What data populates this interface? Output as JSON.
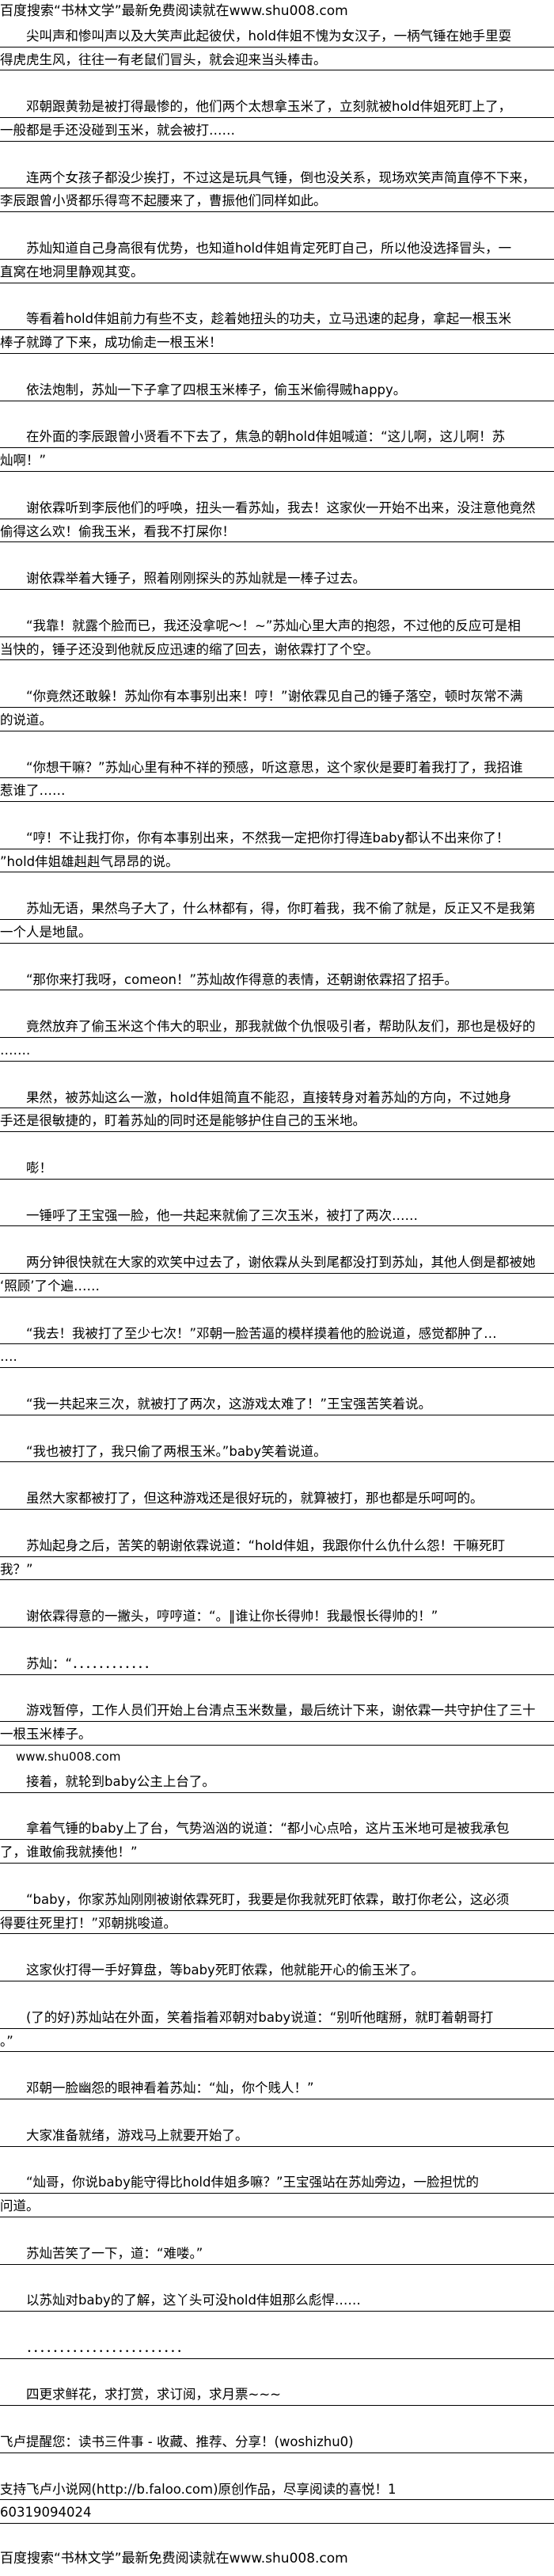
{
  "banner_top": "百度搜索“书林文学”最新免费阅读就在www.shu008.com",
  "paragraphs": [
    [
      "　　尖叫声和惨叫声以及大笑声此起彼伏，hold仹姐不愧为女汉子，一柄气锤在她手里耍",
      "得虎虎生风，往往一有老鼠们冒头，就会迎来当头棒击。"
    ],
    [
      "　　邓朝跟黄勃是被打得最惨的，他们两个太想拿玉米了，立刻就被hold仹姐死盯上了，",
      "一般都是手还没碰到玉米，就会被打……"
    ],
    [
      "　　连两个女孩子都没少挨打，不过这是玩具气锤，倒也没关系，现场欢笑声简直停不下来，",
      "李辰跟曾小贤都乐得弯不起腰来了，曹振他们同样如此。"
    ],
    [
      "　　苏灿知道自己身高很有优势，也知道hold仹姐肯定死盯自己，所以他没选择冒头，一",
      "直窝在地洞里静观其变。"
    ],
    [
      "　　等看着hold仹姐前力有些不支，趁着她扭头的功夫，立马迅速的起身，拿起一根玉米",
      "棒子就蹲了下来，成功偷走一根玉米！"
    ],
    [
      "　　依法炮制，苏灿一下子拿了四根玉米棒子，偷玉米偷得贼happy。"
    ],
    [
      "　　在外面的李辰跟曾小贤看不下去了，焦急的朝hold仹姐喊道：“这儿啊，这儿啊！苏",
      "灿啊！”"
    ],
    [
      "　　谢依霖听到李辰他们的呼唤，扭头一看苏灿，我去！这家伙一开始不出来，没注意他竟然",
      "偷得这么欢！偷我玉米，看我不打屎你！"
    ],
    [
      "　　谢依霖举着大锤子，照着刚刚探头的苏灿就是一棒子过去。"
    ],
    [
      "　　“我靠！就露个脸而已，我还没拿呢～！~”苏灿心里大声的抱怨，不过他的反应可是相",
      "当快的，锤子还没到他就反应迅速的缩了回去，谢依霖打了个空。"
    ],
    [
      "　　“你竟然还敢躲！苏灿你有本事别出来！哼！”谢依霖见自己的锤子落空，顿时灰常不满",
      "的说道。"
    ],
    [
      "　　“你想干嘛？”苏灿心里有种不祥的预感，听这意思，这个家伙是要盯着我打了，我招谁",
      "惹谁了……"
    ],
    [
      "　　“哼！不让我打你，你有本事别出来，不然我一定把你打得连baby都认不出来你了！",
      "”hold仹姐雄赳赳气昂昂的说。"
    ],
    [
      "　　苏灿无语，果然鸟子大了，什么林都有，得，你盯着我，我不偷了就是，反正又不是我第",
      "一个人是地鼠。"
    ],
    [
      "　　“那你来打我呀，comeon！”苏灿故作得意的表情，还朝谢依霖招了招手。"
    ],
    [
      "　　竟然放弃了偷玉米这个伟大的职业，那我就做个仇恨吸引者，帮助队友们，那也是极好的",
      "……."
    ],
    [
      "　　果然，被苏灿这么一激，hold仹姐简直不能忍，直接转身对着苏灿的方向，不过她身",
      "手还是很敏捷的，盯着苏灿的同时还是能够护住自己的玉米地。"
    ],
    [
      "　　嘭！"
    ],
    [
      "　　一锤呼了王宝强一脸，他一共起来就偷了三次玉米，被打了两次……"
    ],
    [
      "　　两分钟很快就在大家的欢笑中过去了，谢依霖从头到尾都没打到苏灿，其他人倒是都被她",
      "‘照顾’了个遍……"
    ],
    [
      "　　“我去！我被打了至少七次！”邓朝一脸苦逼的模样摸着他的脸说道，感觉都肿了…",
      "…."
    ],
    [
      "　　“我一共起来三次，就被打了两次，这游戏太难了！”王宝强苦笑着说。"
    ],
    [
      "　　“我也被打了，我只偷了两根玉米。”baby笑着说道。"
    ],
    [
      "　　虽然大家都被打了，但这种游戏还是很好玩的，就算被打，那也都是乐呵呵的。"
    ],
    [
      "　　苏灿起身之后，苦笑的朝谢依霖说道：“hold仹姐，我跟你什么仇什么怨！干嘛死盯",
      "我？”"
    ],
    [
      "　　谢依霖得意的一撇头，哼哼道：“。‖谁让你长得帅！我最恨长得帅的！”"
    ],
    [
      "　　苏灿：“．．．．．．．．．．．．"
    ],
    [
      "　　游戏暂停，工作人员们开始上台清点玉米数量，最后统计下来，谢依霖一共守护住了三十",
      "一根玉米棒子。"
    ],
    [
      "　　接着，就轮到baby公主上台了。"
    ],
    [
      "　　拿着气锤的baby上了台，气势汹汹的说道：“都小心点哈，这片玉米地可是被我承包",
      "了，谁敢偷我就揍他！”"
    ],
    [
      "　　“baby，你家苏灿刚刚被谢依霖死盯，我要是你我就死盯依霖，敢打你老公，这必须",
      "得要往死里打！”邓朝挑唆道。"
    ],
    [
      "　　这家伙打得一手好算盘，等baby死盯依霖，他就能开心的偷玉米了。"
    ],
    [
      "　　(了的好)苏灿站在外面，笑着指着邓朝对baby说道：“别听他瞎掰，就盯着朝哥打",
      "。”"
    ],
    [
      "　　邓朝一脸幽怨的眼神看着苏灿：“灿，你个贱人！”"
    ],
    [
      "　　大家准备就绪，游戏马上就要开始了。"
    ],
    [
      "　　“灿哥，你说baby能守得比hold仹姐多嘛？”王宝强站在苏灿旁边，一脸担忧的",
      "问道。"
    ],
    [
      "　　苏灿苦笑了一下，道：“难喽。”"
    ],
    [
      "　　以苏灿对baby的了解，这丫头可没hold仹姐那么彪悍……"
    ],
    [
      "　　．．．．．．．．．．．．．．．．．．．．．．．．"
    ],
    [
      "　　四更求鲜花，求打赏，求订阅，求月票~~~"
    ]
  ],
  "inline_site": "www.shu008.com",
  "inline_site_after_paragraph": 27,
  "footer_notice": "飞卢提醒您：读书三件事 - 收藏、推荐、分享！(woshizhu0)",
  "footer_support": [
    "支持飞卢小说网(http://b.faloo.com)原创作品，尽享阅读的喜悦！1",
    "60319094024"
  ],
  "banner_bottom": "百度搜索“书林文学”最新免费阅读就在www.shu008.com"
}
